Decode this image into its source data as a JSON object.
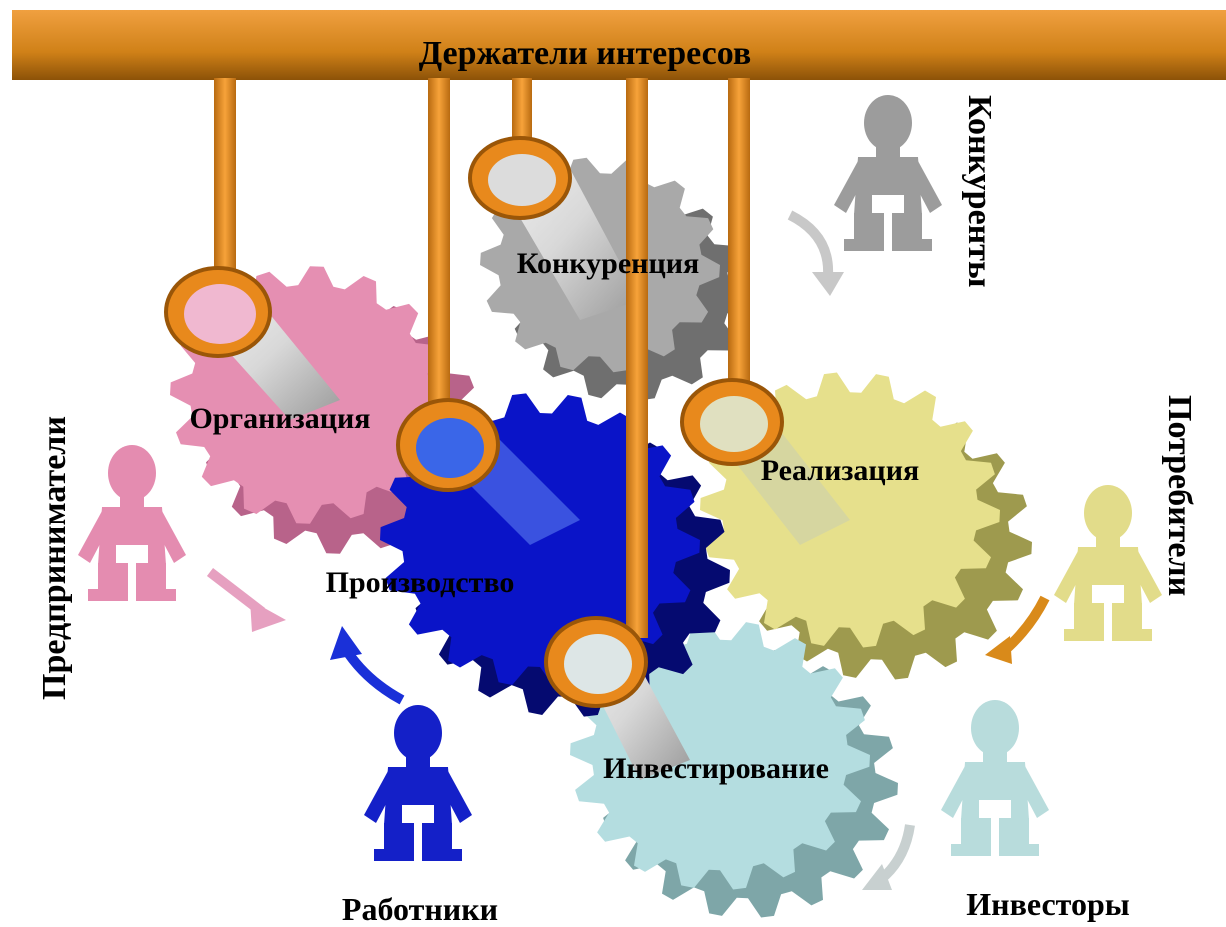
{
  "header": {
    "title": "Держатели интересов"
  },
  "gears": {
    "competition": "Конкуренция",
    "organization": "Организация",
    "production": "Производство",
    "realization": "Реализация",
    "investment": "Инвестирование"
  },
  "actors": {
    "competitors": "Конкуренты",
    "entrepreneurs": "Предприниматели",
    "consumers": "Потребители",
    "workers": "Работники",
    "investors": "Инвесторы"
  },
  "colors": {
    "bar": "#d98a1a",
    "rod": "#e8891c",
    "organization": "#e58fb2",
    "production": "#0a14c8",
    "competition": "#a9a9a9",
    "realization": "#e6e08c",
    "investment": "#b4dde0",
    "competitors_figure": "#9c9c9c",
    "entrepreneurs_figure": "#e48cb0",
    "consumers_figure": "#e2dc8a",
    "workers_figure": "#1420c8",
    "investors_figure": "#b8dcdc"
  }
}
